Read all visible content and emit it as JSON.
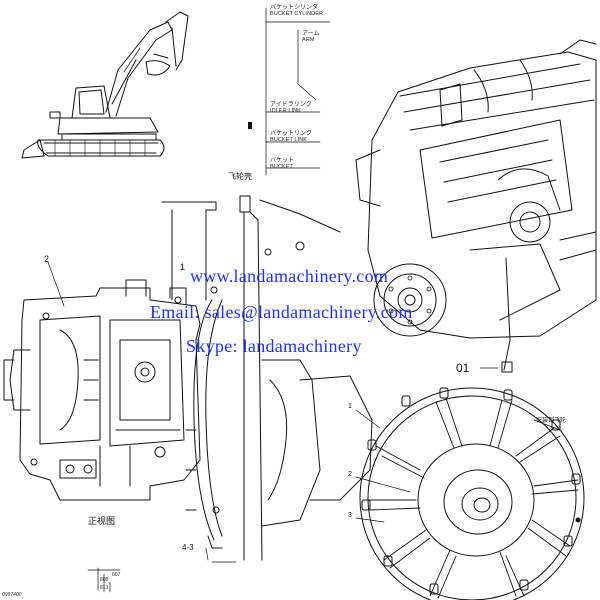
{
  "parts_legend": [
    {
      "jp": "バケットシリンダ",
      "en": "BUCKET CYLINDER"
    },
    {
      "jp": "アーム",
      "en": "ARM"
    },
    {
      "jp": "アイドラリンク",
      "en": "IDLER LINK"
    },
    {
      "jp": "バケットリンク",
      "en": "BUCKET LINK"
    },
    {
      "jp": "バケット",
      "en": "BUCKET"
    }
  ],
  "callouts": {
    "flywheel_cn": "飞轮壳",
    "pump_number": "2",
    "housing_number": "1",
    "bolt_number": "4-3",
    "front_view_cn": "正视图",
    "engine_number": "01",
    "coupling_title_cn": "安装到飞轮",
    "coupling_1": "1",
    "coupling_2": "2",
    "coupling_3": "3",
    "drawing_code": "0997400",
    "small_codes": [
      "808",
      "807",
      "813"
    ]
  },
  "watermark": {
    "website": "www.landamachinery.com",
    "email": "Email: sales@landamachinery.com",
    "skype": "Skype: landamachinery",
    "color": "#1f35ff"
  }
}
